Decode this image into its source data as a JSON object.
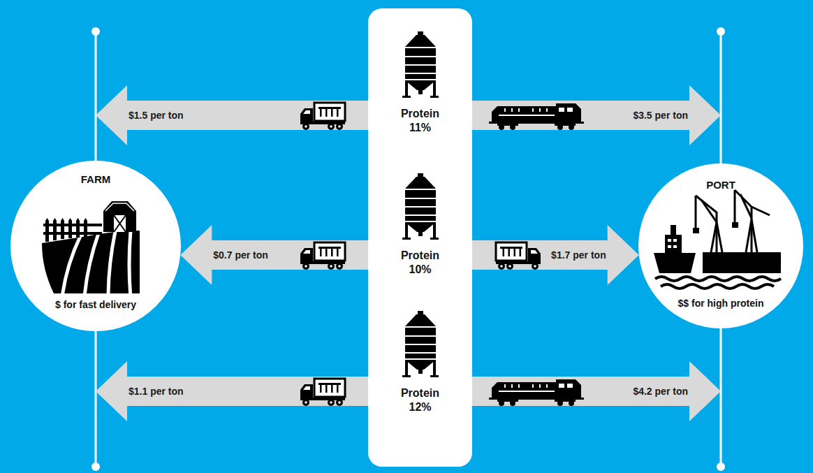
{
  "diagram": {
    "nodes": [
      {
        "text": [
          "FARM",
          "$ for fast delivery"
        ]
      },
      {
        "text": [
          "Protein 11%"
        ]
      },
      {
        "text": [
          "Protein 10%"
        ]
      },
      {
        "text": [
          "Protein 12%"
        ]
      },
      {
        "text": [
          "PORT",
          "$$ for high protein"
        ]
      }
    ],
    "edges": [
      {
        "from": 1,
        "to": 0,
        "label": "$1.5 per ton",
        "arrow": "to"
      },
      {
        "from": 1,
        "to": 4,
        "label": "$3.5 per ton",
        "arrow": "to"
      },
      {
        "from": 2,
        "to": 0,
        "label": "$0.7 per ton",
        "arrow": "to"
      },
      {
        "from": 2,
        "to": 4,
        "label": "$1.7 per ton",
        "arrow": "to"
      },
      {
        "from": 3,
        "to": 0,
        "label": "$1.1 per ton",
        "arrow": "to"
      },
      {
        "from": 3,
        "to": 4,
        "label": "$4.2 per ton",
        "arrow": "to"
      }
    ]
  }
}
